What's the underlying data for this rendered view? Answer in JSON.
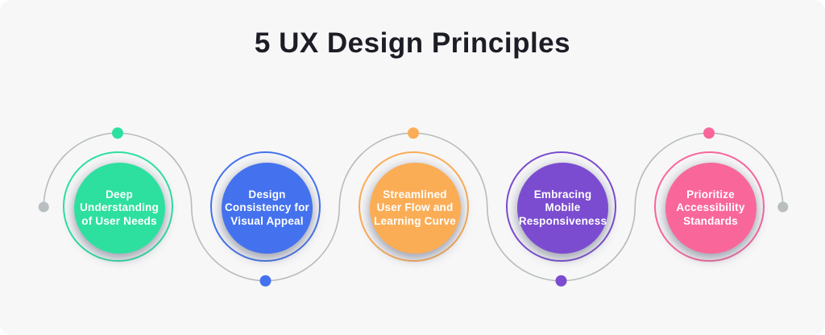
{
  "title": "5 UX Design Principles",
  "principles": [
    {
      "label": "Deep Understanding of User Needs",
      "color": "#2ee0a0",
      "dot_position": "top"
    },
    {
      "label": "Design Consistency for Visual Appeal",
      "color": "#4472ee",
      "dot_position": "bottom"
    },
    {
      "label": "Streamlined User Flow and Learning Curve",
      "color": "#fbad56",
      "dot_position": "top"
    },
    {
      "label": "Embracing Mobile Responsiveness",
      "color": "#7b4cd0",
      "dot_position": "bottom"
    },
    {
      "label": "Prioritize Accessibility Standards",
      "color": "#f9679a",
      "dot_position": "top"
    }
  ],
  "connector": {
    "line_color": "#b6bcb9",
    "end_dot_color": "#b9bec0"
  },
  "canvas": {
    "background": "#f7f7f8",
    "title_color": "#1d1d26",
    "label_color": "#ffffff"
  }
}
